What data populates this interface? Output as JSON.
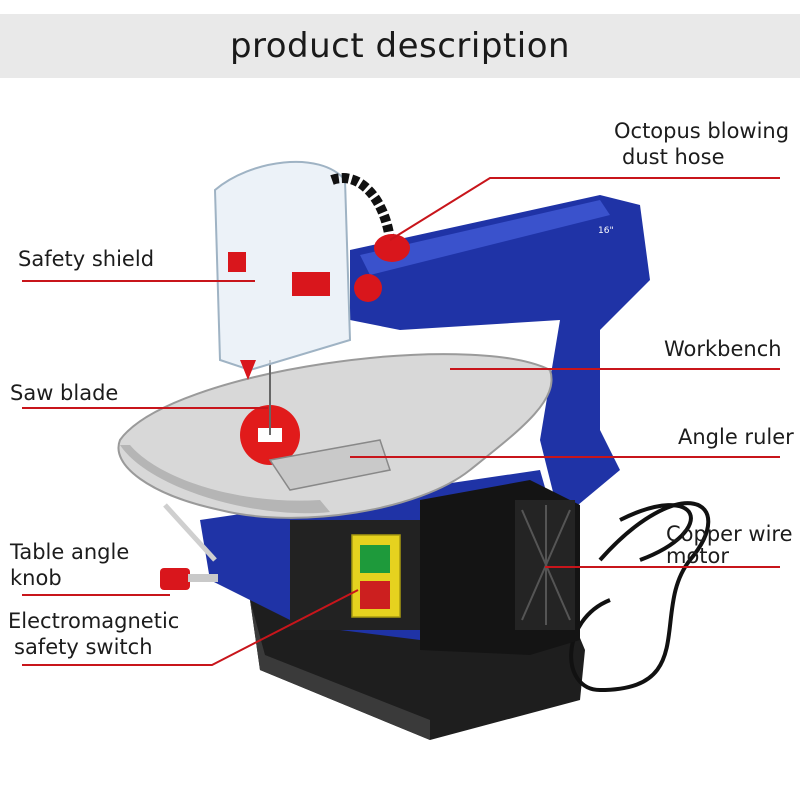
{
  "header": {
    "title": "product description"
  },
  "labels": {
    "octopus": [
      "Octopus blowing",
      "dust hose"
    ],
    "safety_shield": "Safety shield",
    "workbench": "Workbench",
    "saw_blade": "Saw blade",
    "angle_ruler": "Angle ruler",
    "table_angle": [
      "Table angle",
      "knob"
    ],
    "motor": [
      "Copper wire",
      "motor"
    ],
    "switch": [
      "Electromagnetic",
      "safety switch"
    ],
    "model_plate": "16\""
  },
  "colors": {
    "leader": "#c8151b",
    "body_blue": "#1f33a6",
    "banner": "#e9e9e9"
  }
}
